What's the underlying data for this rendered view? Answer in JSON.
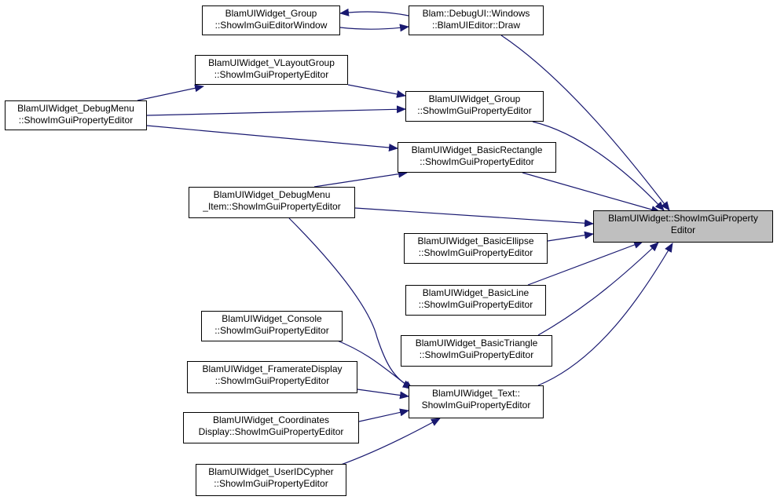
{
  "graph": {
    "edge_color": "#191970",
    "target_fill": "#bfbfbf",
    "target": {
      "line1": "BlamUIWidget::ShowImGuiProperty",
      "line2": "Editor"
    },
    "nodes": {
      "group_window": {
        "line1": "BlamUIWidget_Group",
        "line2": "::ShowImGuiEditorWindow"
      },
      "debugui_draw": {
        "line1": "Blam::DebugUI::Windows",
        "line2": "::BlamUIEditor::Draw"
      },
      "vlayout": {
        "line1": "BlamUIWidget_VLayoutGroup",
        "line2": "::ShowImGuiPropertyEditor"
      },
      "debugmenu": {
        "line1": "BlamUIWidget_DebugMenu",
        "line2": "::ShowImGuiPropertyEditor"
      },
      "group_prop": {
        "line1": "BlamUIWidget_Group",
        "line2": "::ShowImGuiPropertyEditor"
      },
      "basic_rect": {
        "line1": "BlamUIWidget_BasicRectangle",
        "line2": "::ShowImGuiPropertyEditor"
      },
      "debugmenu_item": {
        "line1": "BlamUIWidget_DebugMenu",
        "line2": "_Item::ShowImGuiPropertyEditor"
      },
      "basic_ellipse": {
        "line1": "BlamUIWidget_BasicEllipse",
        "line2": "::ShowImGuiPropertyEditor"
      },
      "basic_line": {
        "line1": "BlamUIWidget_BasicLine",
        "line2": "::ShowImGuiPropertyEditor"
      },
      "console": {
        "line1": "BlamUIWidget_Console",
        "line2": "::ShowImGuiPropertyEditor"
      },
      "basic_triangle": {
        "line1": "BlamUIWidget_BasicTriangle",
        "line2": "::ShowImGuiPropertyEditor"
      },
      "framerate": {
        "line1": "BlamUIWidget_FramerateDisplay",
        "line2": "::ShowImGuiPropertyEditor"
      },
      "text": {
        "line1": "BlamUIWidget_Text::",
        "line2": "ShowImGuiPropertyEditor"
      },
      "coordinates": {
        "line1": "BlamUIWidget_Coordinates",
        "line2": "Display::ShowImGuiPropertyEditor"
      },
      "useridcypher": {
        "line1": "BlamUIWidget_UserIDCypher",
        "line2": "::ShowImGuiPropertyEditor"
      }
    }
  }
}
